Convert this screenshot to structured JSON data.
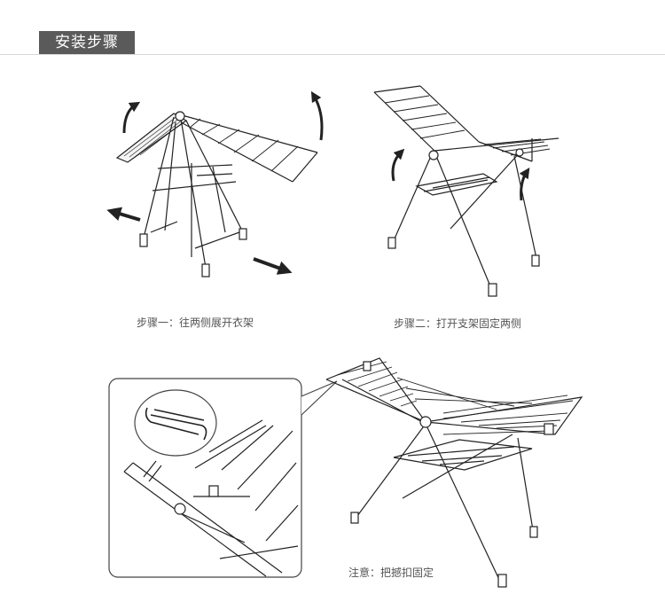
{
  "section_title": "安装步骤",
  "step1_caption": "步骤一：往两侧展开衣架",
  "step2_caption": "步骤二：打开支架固定两侧",
  "note_caption": "注意：把撼扣固定",
  "colors": {
    "title_bg": "#5a5a5a",
    "title_text": "#ffffff",
    "line": "#222222",
    "caption": "#555555"
  },
  "icons": [
    "rotate-up-arrow-icon",
    "slide-left-arrow-icon",
    "slide-right-arrow-icon",
    "clip-buckle-icon"
  ]
}
